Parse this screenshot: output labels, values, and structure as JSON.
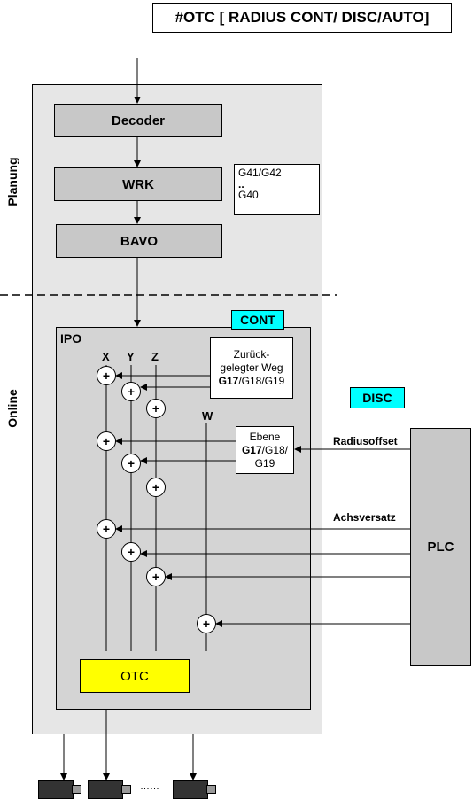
{
  "title": "#OTC [ RADIUS CONT/ DISC/AUTO]",
  "sections": {
    "planning": "Planung",
    "online": "Online"
  },
  "blocks": {
    "decoder": "Decoder",
    "wrk": "WRK",
    "bavo": "BAVO",
    "ipo": "IPO",
    "otc": "OTC",
    "plc": "PLC"
  },
  "gcode_box": {
    "line1": "G41/G42",
    "line2": "..",
    "line3": "G40"
  },
  "mode_labels": {
    "cont": "CONT",
    "disc": "DISC"
  },
  "axes": [
    "X",
    "Y",
    "Z",
    "W"
  ],
  "path_box": {
    "line1": "Zurück-",
    "line2": "gelegter Weg",
    "bold": "G17",
    "rest": "/G18/G19"
  },
  "plane_box": {
    "line1": "Ebene",
    "bold": "G17",
    "rest1": "/G18/",
    "line3": "G19"
  },
  "inputs": {
    "radius_offset": "Radiusoffset",
    "axis_offset": "Achsversatz"
  },
  "adder_symbol": "+",
  "dots": "……"
}
